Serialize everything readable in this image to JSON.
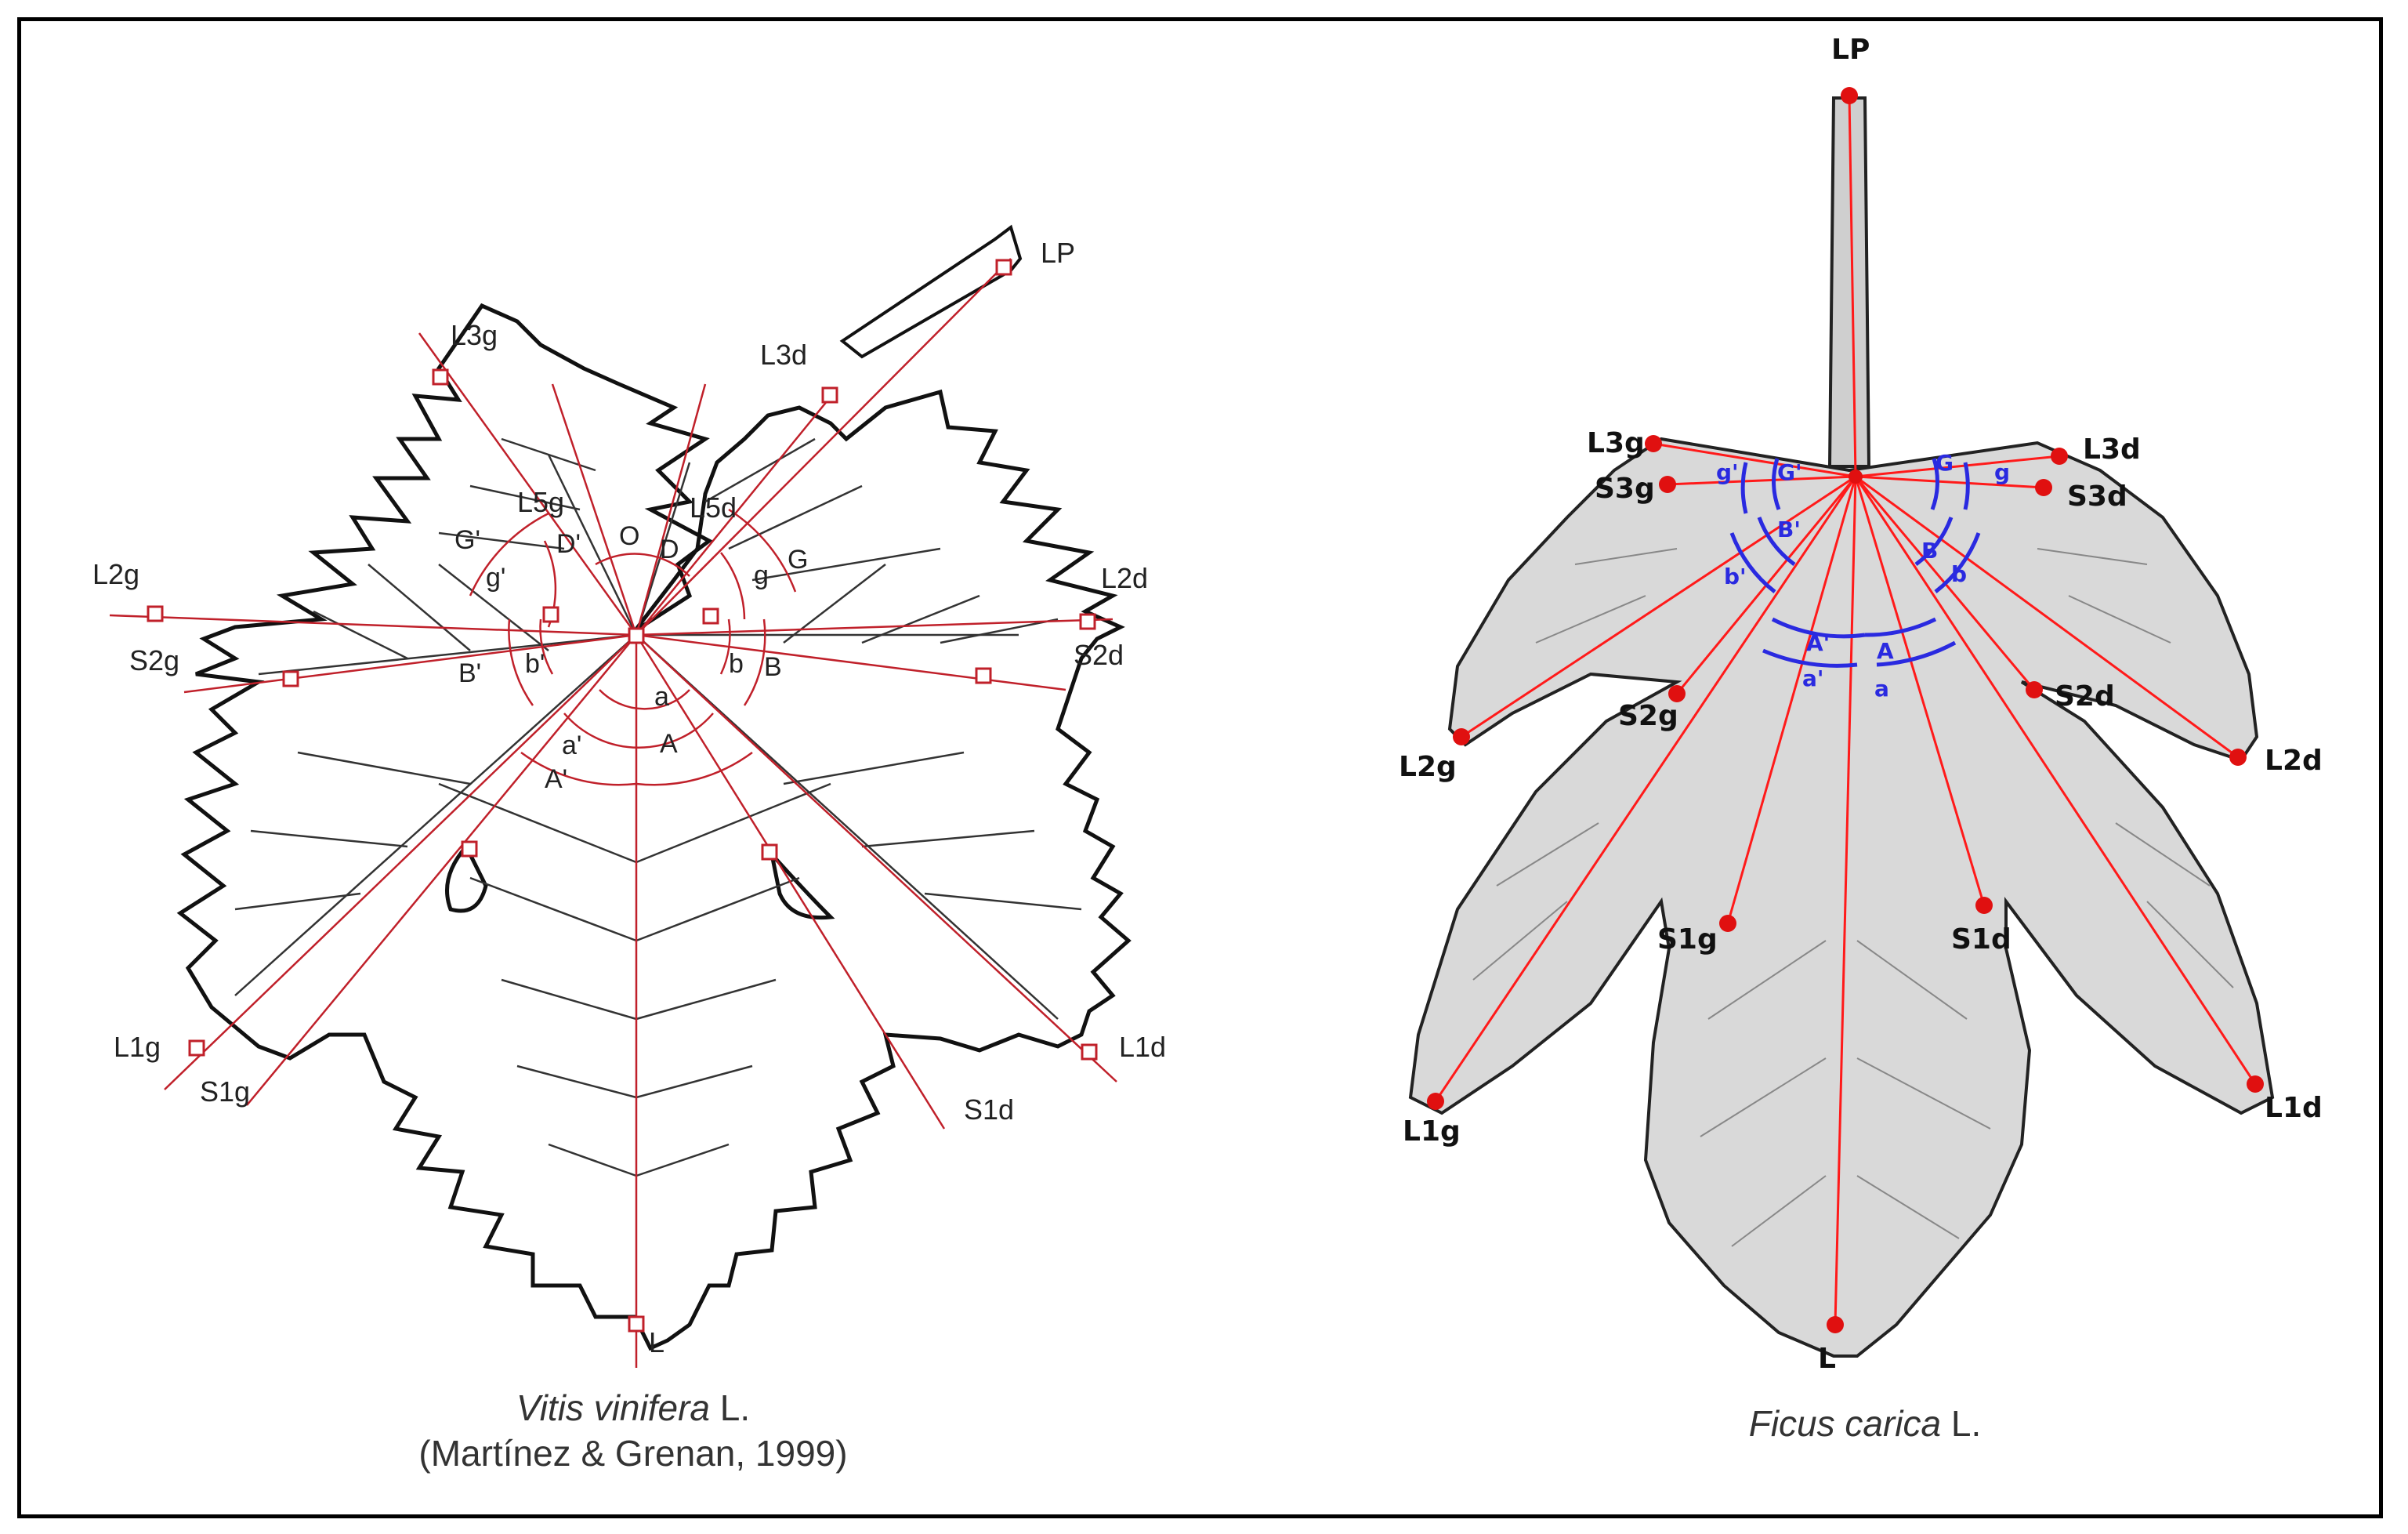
{
  "left_panel": {
    "caption_species": "Vitis vinifera",
    "caption_authority": "L.",
    "caption_citation": "(Martínez & Grenan, 1999)",
    "points": [
      "L3g",
      "L3d",
      "LP",
      "L2g",
      "L2d",
      "S2g",
      "S2d",
      "L1g",
      "L1d",
      "S1g",
      "S1d",
      "L",
      "L5g",
      "L5d"
    ],
    "angles": [
      "O",
      "D",
      "D'",
      "G",
      "G'",
      "g",
      "g'",
      "B",
      "B'",
      "b",
      "b'",
      "A",
      "A'",
      "a",
      "a'"
    ]
  },
  "right_panel": {
    "caption_species": "Ficus carica",
    "caption_authority": "L.",
    "points": [
      "LP",
      "L3g",
      "L3d",
      "S3g",
      "S3d",
      "L2g",
      "L2d",
      "S2g",
      "S2d",
      "S1g",
      "S1d",
      "L1g",
      "L1d",
      "L"
    ],
    "angles": [
      "G'",
      "G",
      "g'",
      "g",
      "B'",
      "B",
      "b'",
      "b",
      "A'",
      "A",
      "a'",
      "a"
    ]
  },
  "colors": {
    "vein_line": "#c0202a",
    "landmark_dot": "#e01010",
    "angle_arc_right": "#2a2ae0",
    "leaf_outline": "#111111",
    "leaf_fill_right": "#d9d9d9"
  }
}
